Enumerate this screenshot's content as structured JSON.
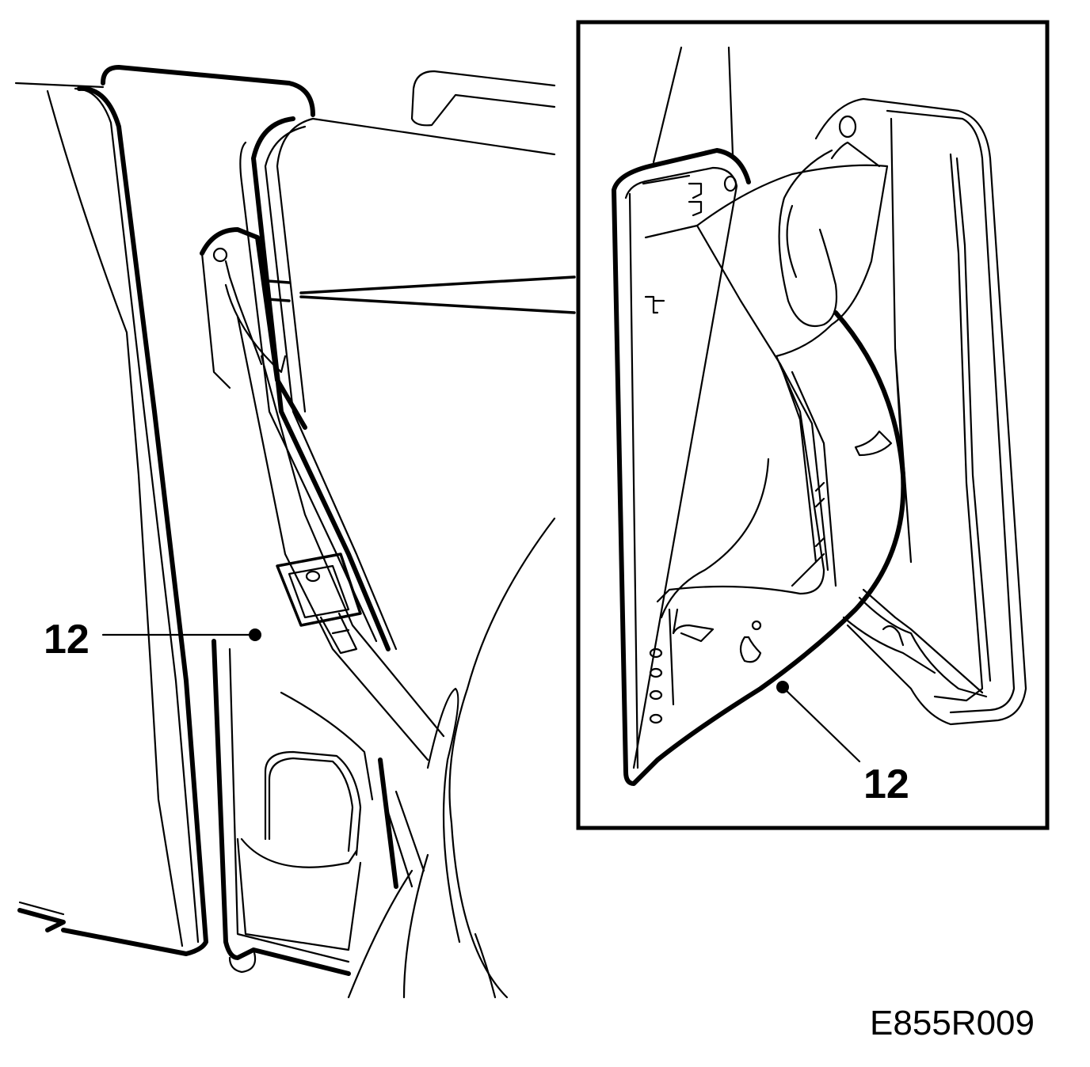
{
  "callouts": {
    "left_label": "12",
    "inset_label": "12"
  },
  "figure_code": "E855R009",
  "colors": {
    "line": "#000000",
    "background": "#ffffff"
  }
}
